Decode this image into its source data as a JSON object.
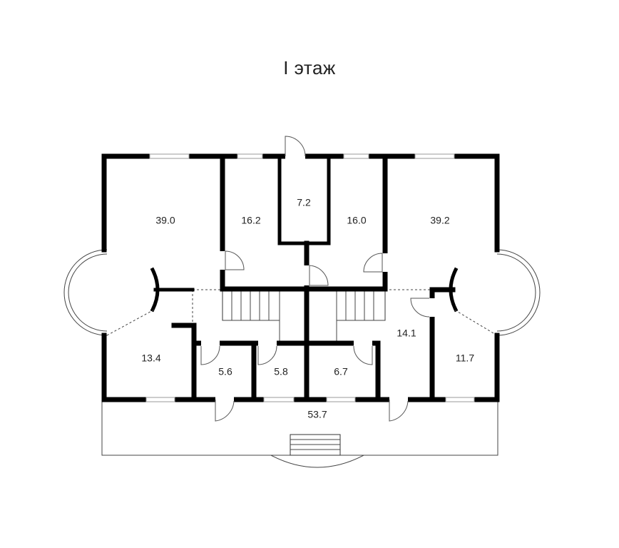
{
  "title": "I этаж",
  "rooms": [
    {
      "id": "room-1",
      "area": "39.0"
    },
    {
      "id": "room-2",
      "area": "16.2"
    },
    {
      "id": "room-3",
      "area": "7.2"
    },
    {
      "id": "room-4",
      "area": "16.0"
    },
    {
      "id": "room-5",
      "area": "39.2"
    },
    {
      "id": "room-6",
      "area": "13.4"
    },
    {
      "id": "room-7",
      "area": "5.6"
    },
    {
      "id": "room-8",
      "area": "5.8"
    },
    {
      "id": "room-9",
      "area": "6.7"
    },
    {
      "id": "room-10",
      "area": "14.1"
    },
    {
      "id": "room-11",
      "area": "11.7"
    },
    {
      "id": "terrace",
      "area": "53.7"
    }
  ]
}
